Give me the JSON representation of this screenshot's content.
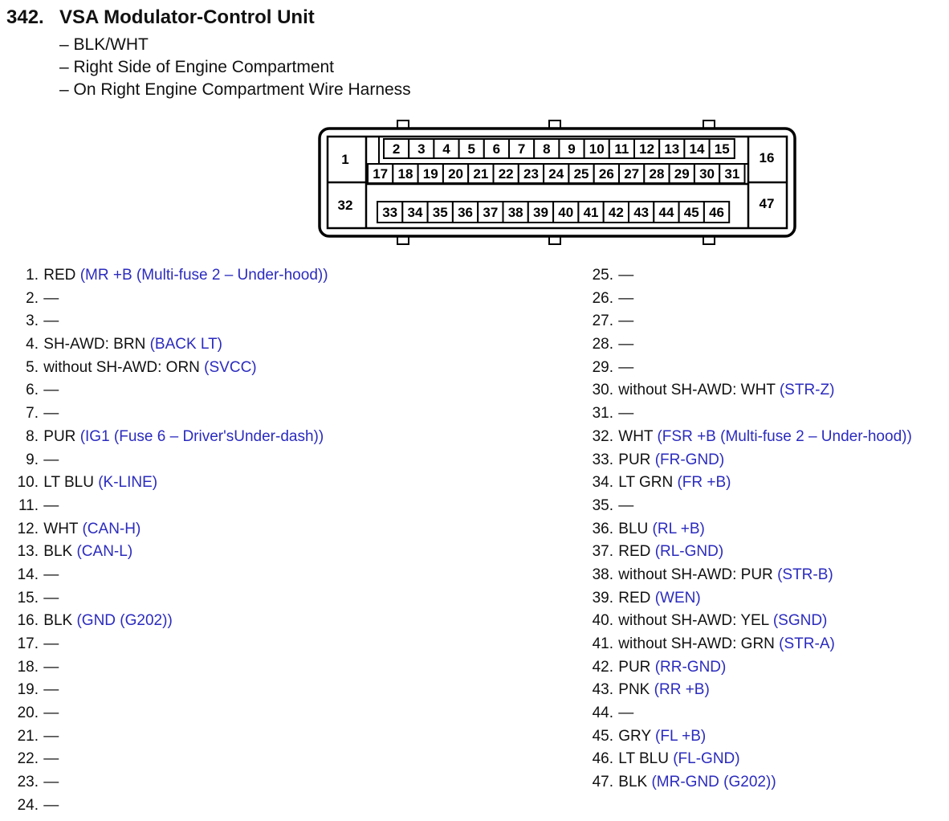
{
  "header": {
    "number": "342.",
    "title": "VSA Modulator-Control Unit",
    "details": [
      "– BLK/WHT",
      "– Right Side of Engine Compartment",
      "– On Right Engine Compartment Wire Harness"
    ]
  },
  "connector": {
    "row1": [
      "2",
      "3",
      "4",
      "5",
      "6",
      "7",
      "8",
      "9",
      "10",
      "11",
      "12",
      "13",
      "14",
      "15"
    ],
    "row2": [
      "17",
      "18",
      "19",
      "20",
      "21",
      "22",
      "23",
      "24",
      "25",
      "26",
      "27",
      "28",
      "29",
      "30",
      "31"
    ],
    "row3": [
      "33",
      "34",
      "35",
      "36",
      "37",
      "38",
      "39",
      "40",
      "41",
      "42",
      "43",
      "44",
      "45",
      "46"
    ],
    "corners": {
      "tl": "1",
      "tr": "16",
      "bl": "32",
      "br": "47"
    }
  },
  "pins_left": [
    {
      "num": "1.",
      "wire": "RED ",
      "signal": "(MR +B (Multi-fuse 2 – Under-hood))"
    },
    {
      "num": "2.",
      "wire": "—",
      "signal": ""
    },
    {
      "num": "3.",
      "wire": "—",
      "signal": ""
    },
    {
      "num": "4.",
      "wire": "SH-AWD: BRN ",
      "signal": "(BACK LT)"
    },
    {
      "num": "5.",
      "wire": "without SH-AWD: ORN ",
      "signal": "(SVCC)"
    },
    {
      "num": "6.",
      "wire": "—",
      "signal": ""
    },
    {
      "num": "7.",
      "wire": "—",
      "signal": ""
    },
    {
      "num": "8.",
      "wire": "PUR ",
      "signal": "(IG1 (Fuse 6 – Driver'sUnder-dash))"
    },
    {
      "num": "9.",
      "wire": "—",
      "signal": ""
    },
    {
      "num": "10.",
      "wire": "LT BLU ",
      "signal": "(K-LINE)"
    },
    {
      "num": "11.",
      "wire": " —",
      "signal": ""
    },
    {
      "num": "12.",
      "wire": "WHT ",
      "signal": "(CAN-H)"
    },
    {
      "num": "13.",
      "wire": "BLK ",
      "signal": "(CAN-L)"
    },
    {
      "num": "14.",
      "wire": "—",
      "signal": ""
    },
    {
      "num": "15.",
      "wire": "—",
      "signal": ""
    },
    {
      "num": "16.",
      "wire": "BLK ",
      "signal": "(GND (G202))"
    },
    {
      "num": "17.",
      "wire": "—",
      "signal": ""
    },
    {
      "num": "18.",
      "wire": "—",
      "signal": ""
    },
    {
      "num": "19.",
      "wire": "—",
      "signal": ""
    },
    {
      "num": "20.",
      "wire": "—",
      "signal": ""
    },
    {
      "num": "21.",
      "wire": "—",
      "signal": ""
    },
    {
      "num": "22.",
      "wire": "—",
      "signal": ""
    },
    {
      "num": "23.",
      "wire": "—",
      "signal": ""
    },
    {
      "num": "24.",
      "wire": "—",
      "signal": ""
    }
  ],
  "pins_right": [
    {
      "num": "25.",
      "wire": "—",
      "signal": ""
    },
    {
      "num": "26.",
      "wire": "—",
      "signal": ""
    },
    {
      "num": "27.",
      "wire": "—",
      "signal": ""
    },
    {
      "num": "28.",
      "wire": "—",
      "signal": ""
    },
    {
      "num": "29.",
      "wire": "—",
      "signal": ""
    },
    {
      "num": "30.",
      "wire": "without SH-AWD: WHT ",
      "signal": "(STR-Z)"
    },
    {
      "num": "31.",
      "wire": "—",
      "signal": ""
    },
    {
      "num": "32.",
      "wire": "WHT ",
      "signal": "(FSR +B (Multi-fuse 2 – Under-hood))"
    },
    {
      "num": "33.",
      "wire": "PUR ",
      "signal": "(FR-GND)"
    },
    {
      "num": "34.",
      "wire": "LT GRN ",
      "signal": "(FR +B)"
    },
    {
      "num": "35.",
      "wire": "—",
      "signal": ""
    },
    {
      "num": "36.",
      "wire": "BLU ",
      "signal": "(RL +B)"
    },
    {
      "num": "37.",
      "wire": "RED ",
      "signal": "(RL-GND)"
    },
    {
      "num": "38.",
      "wire": "without SH-AWD: PUR ",
      "signal": "(STR-B)"
    },
    {
      "num": "39.",
      "wire": "RED ",
      "signal": "(WEN)"
    },
    {
      "num": "40.",
      "wire": "without SH-AWD: YEL ",
      "signal": "(SGND)"
    },
    {
      "num": "41.",
      "wire": "without SH-AWD: GRN ",
      "signal": "(STR-A)"
    },
    {
      "num": "42.",
      "wire": "PUR ",
      "signal": "(RR-GND)"
    },
    {
      "num": "43.",
      "wire": "PNK ",
      "signal": "(RR +B)"
    },
    {
      "num": "44.",
      "wire": "—",
      "signal": ""
    },
    {
      "num": "45.",
      "wire": "GRY ",
      "signal": "(FL +B)"
    },
    {
      "num": "46.",
      "wire": "LT BLU ",
      "signal": "(FL-GND)"
    },
    {
      "num": "47.",
      "wire": "BLK ",
      "signal": "(MR-GND (G202))"
    }
  ]
}
